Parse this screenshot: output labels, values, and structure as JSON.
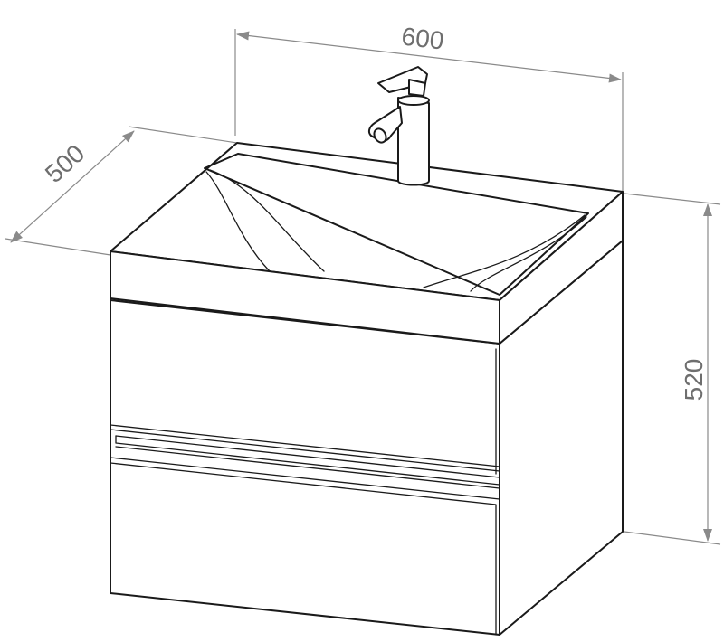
{
  "drawing": {
    "dimensions": {
      "width": "600",
      "depth": "500",
      "height": "520"
    },
    "line_color": "#1a1a1a",
    "dimension_color": "#8a8a8a"
  }
}
